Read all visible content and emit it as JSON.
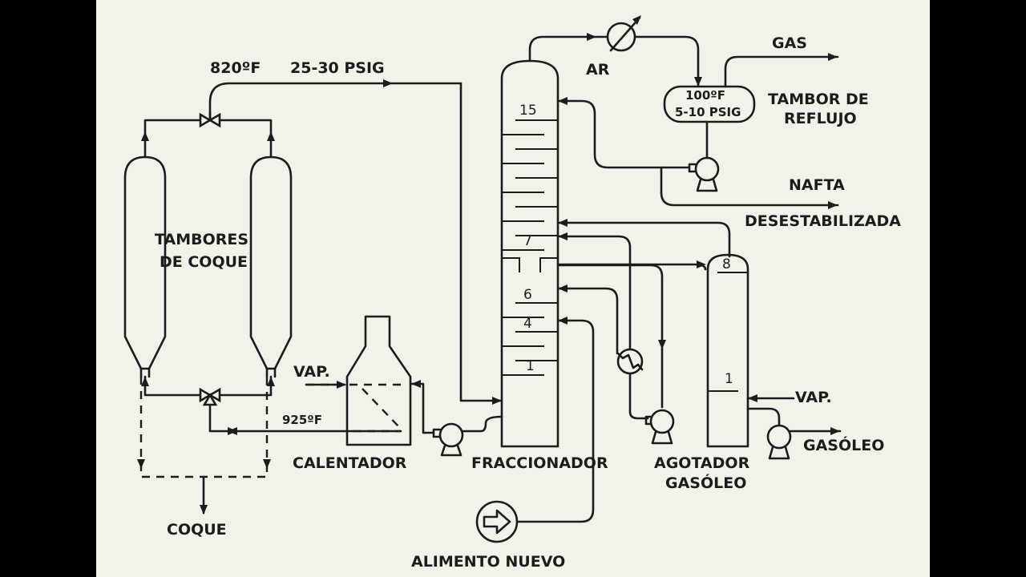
{
  "diagram": {
    "labels": {
      "temp_820": "820ºF",
      "pressure_25_30": "25-30 PSIG",
      "tambores_line1": "TAMBORES",
      "tambores_line2": "DE COQUE",
      "coque": "COQUE",
      "vap_left": "VAP.",
      "temp_925": "925ºF",
      "calentador": "CALENTADOR",
      "fraccionador": "FRACCIONADOR",
      "alimento_nuevo": "ALIMENTO NUEVO",
      "ar": "AR",
      "gas": "GAS",
      "reflux_temp": "100ºF",
      "reflux_pressure": "5-10 PSIG",
      "tambor_line1": "TAMBOR DE",
      "tambor_line2": "REFLUJO",
      "nafta_line1": "NAFTA",
      "nafta_line2": "DESESTABILIZADA",
      "agotador_line1": "AGOTADOR",
      "agotador_line2": "GASÓLEO",
      "vap_right": "VAP.",
      "gasoleo": "GASÓLEO"
    },
    "trays": {
      "t15": "15",
      "t7": "7",
      "t6": "6",
      "t4": "4",
      "t1": "1",
      "s8": "8",
      "s1": "1"
    }
  }
}
